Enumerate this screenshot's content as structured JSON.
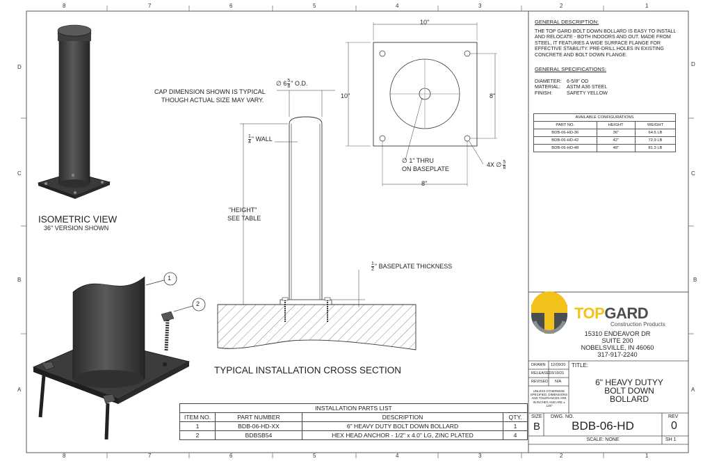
{
  "zones": {
    "top_cols": [
      "8",
      "7",
      "6",
      "5",
      "4",
      "3",
      "2",
      "1"
    ],
    "bottom_cols": [
      "8",
      "7",
      "6",
      "5",
      "4",
      "3",
      "2",
      "1"
    ],
    "left_rows": [
      "D",
      "C",
      "B",
      "A"
    ],
    "right_rows": [
      "D",
      "C",
      "B",
      "A"
    ]
  },
  "general_description": {
    "heading": "GENERAL DESCRIPTION:",
    "text": "THE TOP GARD BOLT DOWN BOLLARD IS EASY TO INSTALL AND RELOCATE - BOTH INDOORS AND OUT. MADE FROM STEEL, IT FEATURES A WIDE SURFACE FLANGE FOR EFFECTIVE STABILITY. PRE-DRILL HOLES IN EXISTING CONCRETE AND BOLT DOWN FLANGE."
  },
  "general_specifications": {
    "heading": "GENERAL SPECIFICATIONS:",
    "rows": [
      {
        "label": "DIAMETER:",
        "value": "6-5/8\" OD"
      },
      {
        "label": "MATERIAL:",
        "value": "ASTM A36 STEEL"
      },
      {
        "label": "FINISH:",
        "value": "SAFETY YELLOW"
      }
    ]
  },
  "configurations": {
    "title": "AVAILABLE CONFIGURATIONS",
    "headers": [
      "PART NO.",
      "HEIGHT",
      "WEIGHT"
    ],
    "rows": [
      [
        "BDB-06-HD-36",
        "36\"",
        "64.6 LB"
      ],
      [
        "BDB-06-HD-42",
        "42\"",
        "72.9 LB"
      ],
      [
        "BDB-06-HD-48",
        "48\"",
        "81.3 LB"
      ]
    ]
  },
  "views": {
    "isometric_title": "ISOMETRIC VIEW",
    "isometric_sub": "36\" VERSION SHOWN",
    "cross_section_title": "TYPICAL INSTALLATION CROSS SECTION"
  },
  "annotations": {
    "od_prefix": "∅ 6",
    "od_num": "5",
    "od_den": "8",
    "od_suffix": "\" O.D.",
    "cap_note_1": "CAP DIMENSION SHOWN IS TYPICAL",
    "cap_note_2": "THOUGH ACTUAL SIZE MAY VARY.",
    "wall_num": "1",
    "wall_den": "4",
    "wall_suffix": "\" WALL",
    "height_1": "\"HEIGHT\"",
    "height_2": "SEE TABLE",
    "baseplate_num": "1",
    "baseplate_den": "2",
    "baseplate_suffix": "\" BASEPLATE THICKNESS",
    "dim_top": "10\"",
    "dim_left": "10\"",
    "dim_right": "8\"",
    "dim_bottom": "8\"",
    "thru_1": "∅ 1\" THRU",
    "thru_2": "ON BASEPLATE",
    "holes_prefix": "4X ∅",
    "holes_num": "5",
    "holes_den": "8",
    "balloon_1": "1",
    "balloon_2": "2"
  },
  "parts_list": {
    "title": "INSTALLATION PARTS LIST",
    "headers": [
      "ITEM NO.",
      "PART NUMBER",
      "DESCRIPTION",
      "QTY."
    ],
    "rows": [
      [
        "1",
        "BDB-06-HD-XX",
        "6\" HEAVY DUTY BOLT DOWN BOLLARD",
        "1"
      ],
      [
        "2",
        "BDBSB54",
        "HEX HEAD ANCHOR - 1/2\" x 4.0\" LG, ZINC PLATED",
        "4"
      ]
    ]
  },
  "company": {
    "name_top": "TOP",
    "name_gard": "GARD",
    "sub": "Construction Products",
    "address": [
      "15310 ENDEAVOR DR",
      "SUITE 200",
      "NOBELSVILLE, IN 46060",
      "317-917-2240"
    ],
    "colors": {
      "yellow": "#f2c21b",
      "gray": "#8a8f94",
      "dark": "#4a4e52"
    }
  },
  "title_block": {
    "drawn_label": "DRAWN",
    "drawn_date": "12/09/20",
    "released_label": "RELEASED",
    "released_date": "3/19/21",
    "revised_label": "REVISED",
    "revised_value": "N/A",
    "note": "UNLESS OTHERWISE SPECIFIED, DIMENSIONS AND TOLERANCES ARE IN INCHES AND ARE ± .125\"",
    "title_label": "TITLE:",
    "title_lines": [
      "6\" HEAVY DUTYY",
      "BOLT DOWN",
      "BOLLARD"
    ],
    "size_label": "SIZE",
    "size_value": "B",
    "dwg_label": "DWG. NO.",
    "dwg_value": "BDB-06-HD",
    "rev_label": "REV",
    "rev_value": "0",
    "scale": "SCALE: NONE",
    "sheet": "SH 1"
  }
}
